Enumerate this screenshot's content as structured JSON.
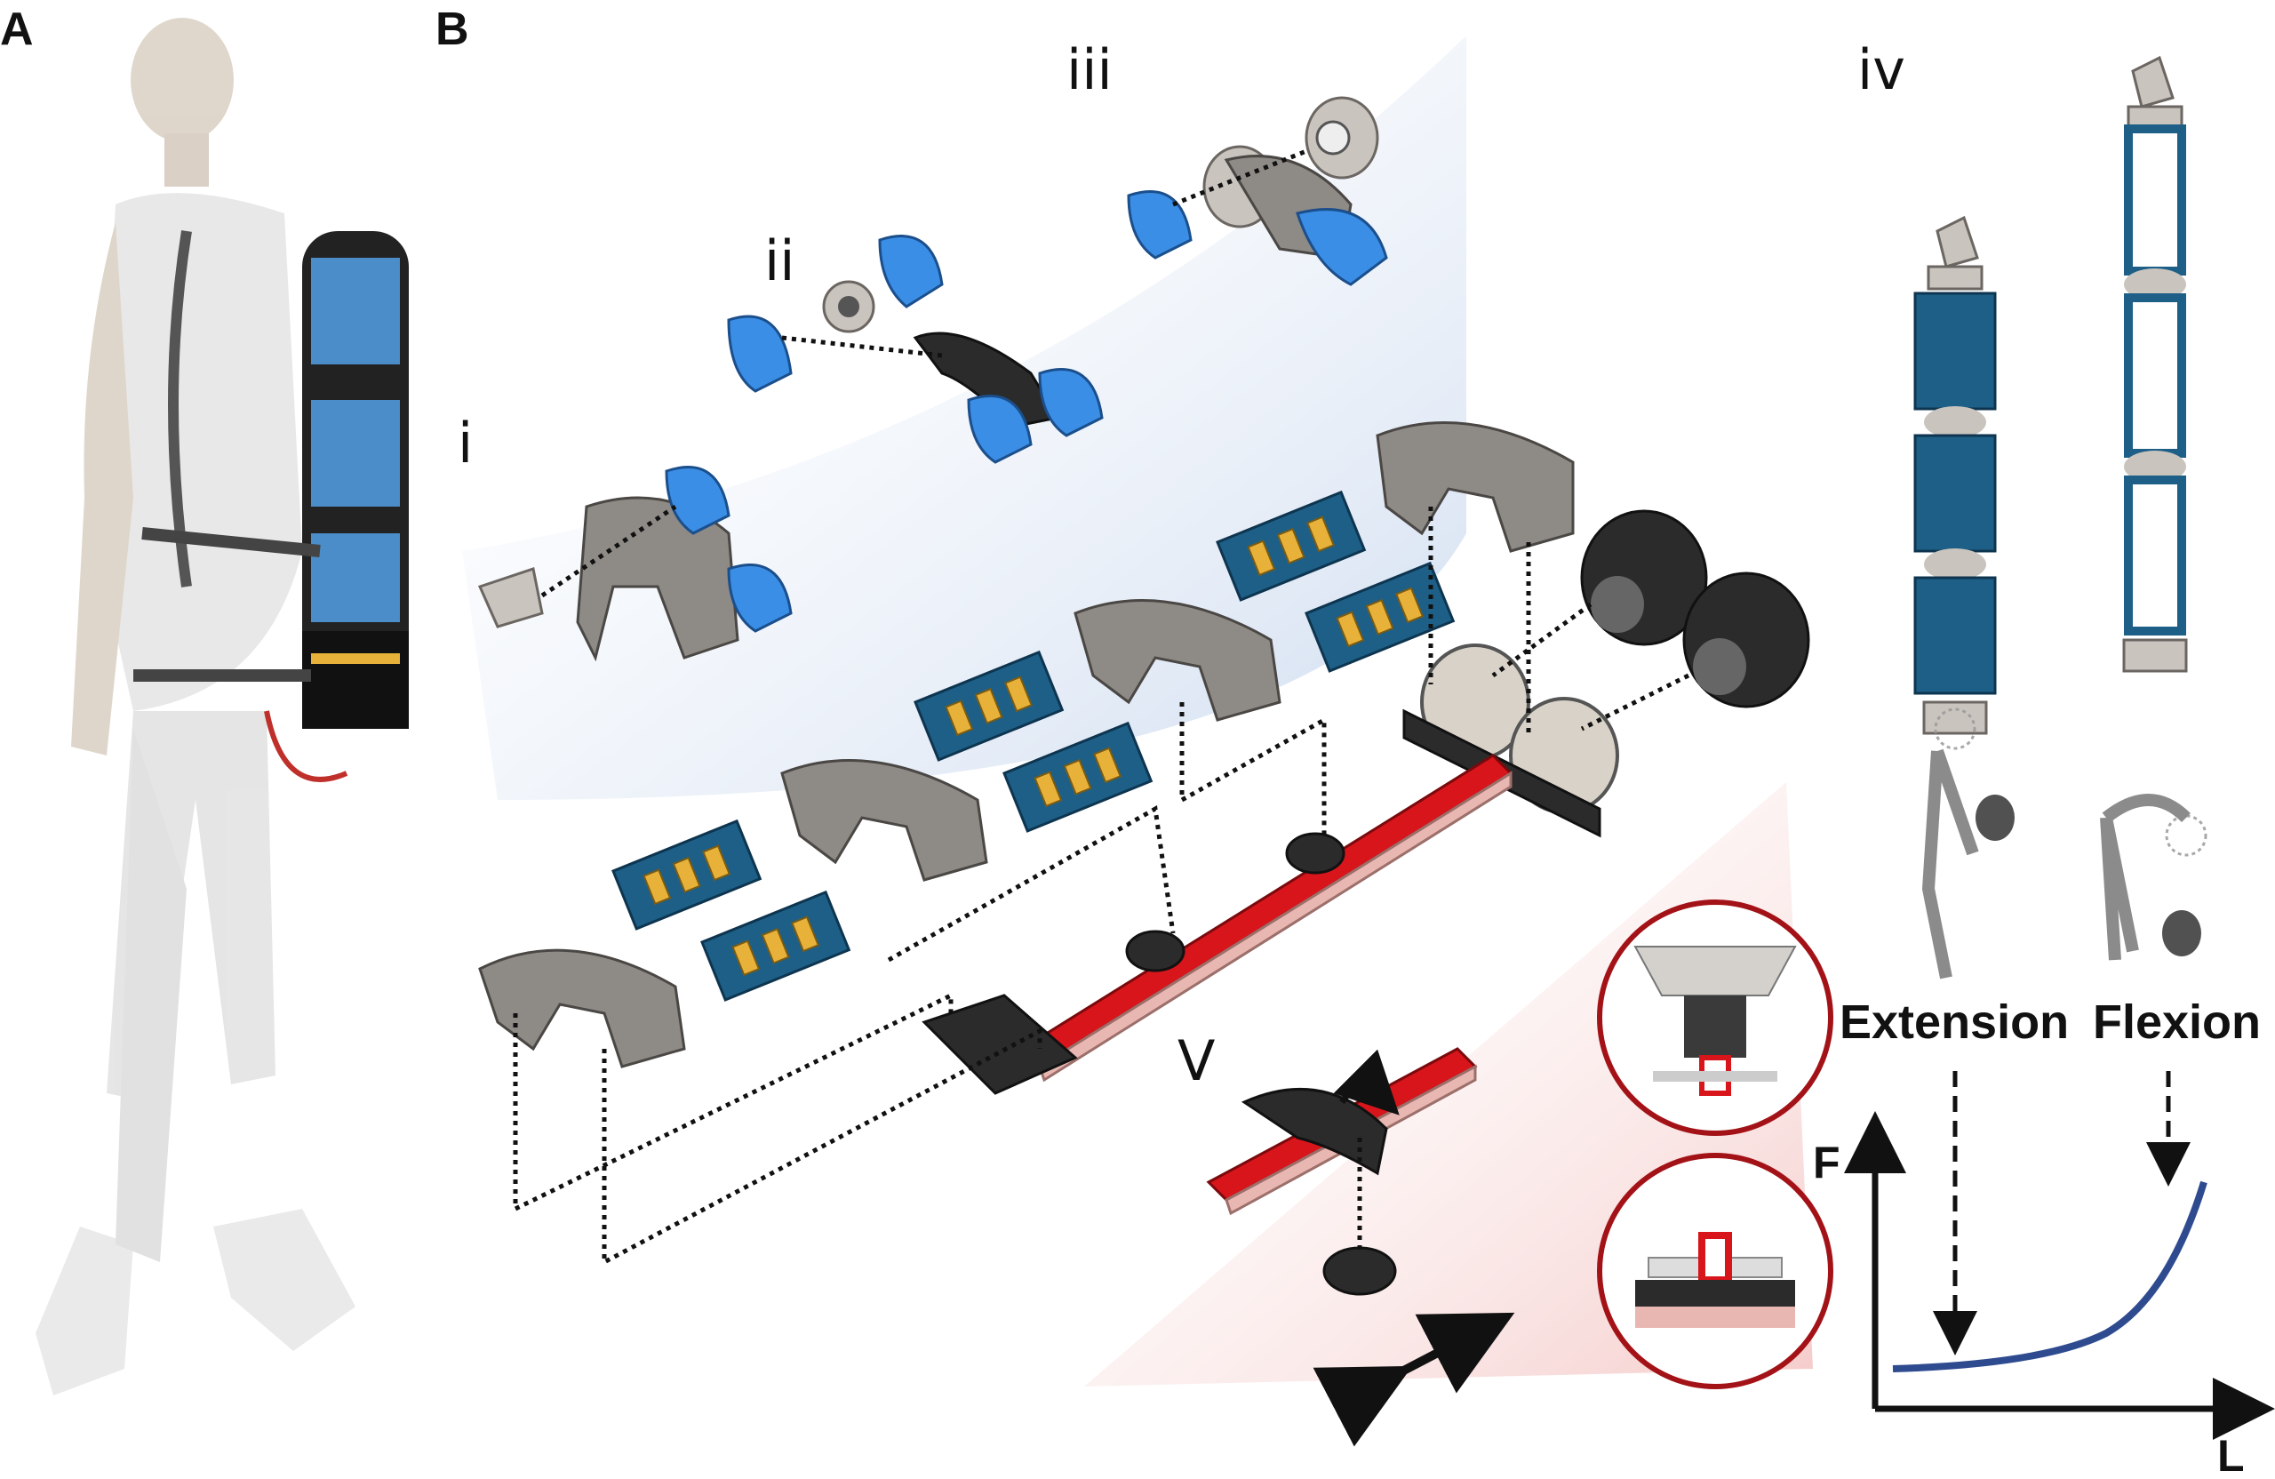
{
  "panels": {
    "a": "A",
    "b": "B"
  },
  "sublabels": {
    "i": "i",
    "ii": "ii",
    "iii": "iii",
    "iv": "iv",
    "v": "V"
  },
  "modes": {
    "extension": "Extension",
    "flexion": "Flexion"
  },
  "graph": {
    "y_axis": "F",
    "x_axis": "L",
    "curve_color": "#2f4b8f"
  },
  "colors": {
    "rail_red": "#d8151b",
    "joint_blue": "#3b8ee6",
    "spring_teal": "#1d5f86",
    "circle_outline": "#a31217"
  }
}
